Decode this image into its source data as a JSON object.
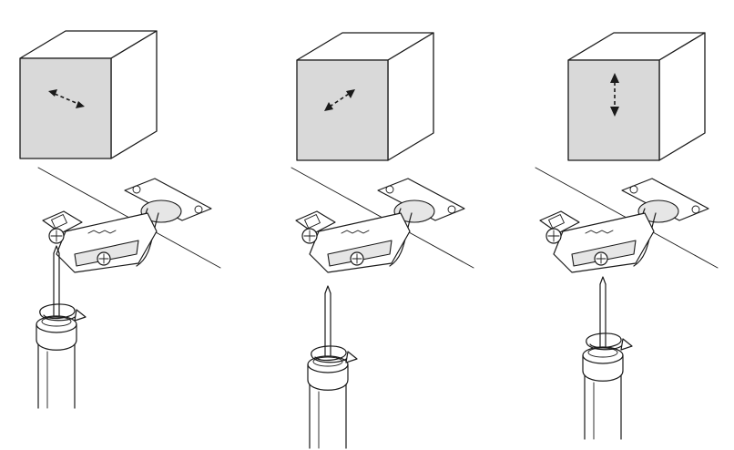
{
  "colors": {
    "line": "#1a1a1a",
    "cabinet_front": "#d9d9d9",
    "cabinet_top": "#ffffff",
    "cabinet_side": "#ffffff",
    "background": "#ffffff"
  },
  "panels": [
    {
      "id": "side",
      "adjustment": "horizontal-side-to-side",
      "arrow_icon": "double-arrow-horizontal-icon",
      "rotation_icon": "rotate-clockwise-arrow-icon",
      "screw": "front-adjustment-screw"
    },
    {
      "id": "depth",
      "adjustment": "depth-in-out",
      "arrow_icon": "double-arrow-diagonal-icon",
      "rotation_icon": "rotate-clockwise-arrow-icon",
      "screw": "depth-adjustment-screw"
    },
    {
      "id": "height",
      "adjustment": "vertical-up-down",
      "arrow_icon": "double-arrow-vertical-icon",
      "rotation_icon": "rotate-clockwise-arrow-icon",
      "screw": "height-adjustment-screw"
    }
  ]
}
